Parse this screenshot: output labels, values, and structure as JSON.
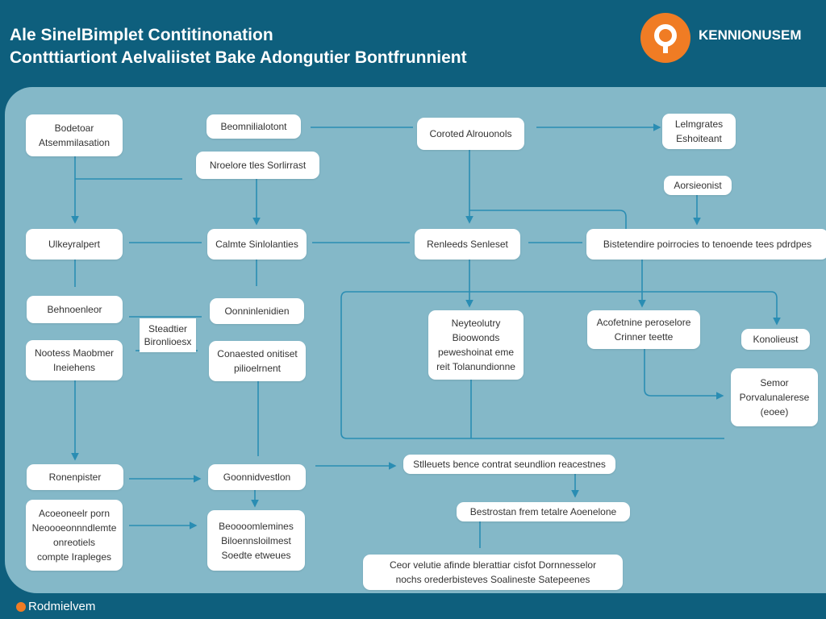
{
  "header": {
    "title_line1": "Ale SinelBimplet Contitinonation",
    "title_line2": "Contttiartiont Aelvaliistet Bake Adongutier Bontfrunnient",
    "brand": "KENNIONUSEM"
  },
  "nodes": [
    [
      "Bodetoar",
      "Atsemmilasation"
    ],
    [
      "Beomnilialotont"
    ],
    [
      "Nroelore tles Sorlirrast"
    ],
    [
      "Coroted Alrouonols"
    ],
    [
      "Lelmgrates",
      "Eshoiteant"
    ],
    [
      "Aorsieonist"
    ],
    [
      "Ulkeyralpert"
    ],
    [
      "Calmte Sinlolanties"
    ],
    [
      "Renleeds Senleset"
    ],
    [
      "Bistetendire poirrocies to tenoende tees pdrdpes"
    ],
    [
      "Behnoenleor"
    ],
    [
      "Steadtier",
      "Bironlioesx"
    ],
    [
      "Oonninlenidien"
    ],
    [
      "Nootess Maobmer",
      "Ineiehens"
    ],
    [
      "Conaested onitiset",
      "pilioelrnent"
    ],
    [
      "Neyteolutry",
      "Bioowonds",
      "peweshoinat eme",
      "reit Tolanundionne"
    ],
    [
      "Acofetnine peroselore",
      "Crinner teette"
    ],
    [
      "Konolieust"
    ],
    [
      "Semor",
      "Porvalunalerese",
      "(eoee)"
    ],
    [
      "Ronenpister"
    ],
    [
      "Goonnidvestlon"
    ],
    [
      "Stlleuets bence contrat seundlion reacestnes"
    ],
    [
      "Bestrostan frem tetalre Aoenelone"
    ],
    [
      "Acoeoneelr porn",
      "Neoooeonnndlemte",
      "onreotiels",
      "compte Irapleges"
    ],
    [
      "Beoooomlemines",
      "Biloennsloilmest",
      "Soedte etweues"
    ],
    [
      "Ceor velutie afinde blerattiar cisfot Dornnesselor",
      "nochs orederbisteves Soalineste Satepeenes"
    ]
  ],
  "footer": {
    "label": "Rodmielvem"
  },
  "colors": {
    "accent": "#f07c24",
    "line": "#2a8db3",
    "panel": "#84b8c8",
    "header": "#0e5f7d"
  }
}
